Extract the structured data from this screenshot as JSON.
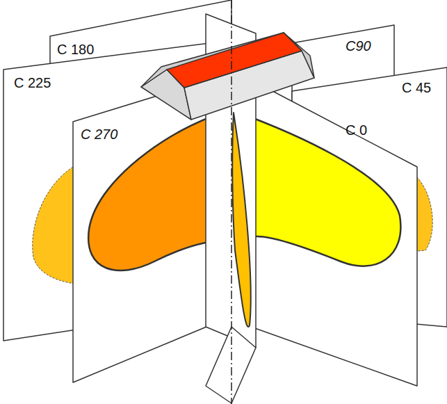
{
  "diagram": {
    "labels": [
      "C 180",
      "C 225",
      "C90",
      "C 45",
      "C 270",
      "C 0"
    ]
  }
}
